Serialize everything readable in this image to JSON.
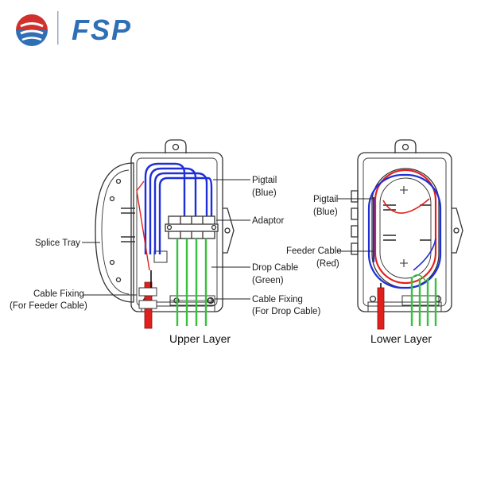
{
  "brand": {
    "name": "FSP",
    "colors": {
      "red": "#d0312d",
      "blue": "#2f6fb6",
      "navy": "#1f3f78"
    }
  },
  "colors": {
    "pigtail": "#1f2fd8",
    "feeder": "#e0201c",
    "drop": "#36c23a",
    "outline": "#333333"
  },
  "labels": {
    "splice_tray": "Splice Tray",
    "cable_fixing_feeder": [
      "Cable Fixing",
      "(For Feeder Cable)"
    ],
    "pigtail": [
      "Pigtail",
      "(Blue)"
    ],
    "adaptor": "Adaptor",
    "drop_cable": [
      "Drop Cable",
      "(Green)"
    ],
    "cable_fixing_drop": [
      "Cable Fixing",
      "(For Drop Cable)"
    ],
    "pigtail_lower": [
      "Pigtail",
      "(Blue)"
    ],
    "feeder_cable": [
      "Feeder Cable",
      "(Red)"
    ]
  },
  "captions": {
    "upper": "Upper Layer",
    "lower": "Lower Layer"
  }
}
